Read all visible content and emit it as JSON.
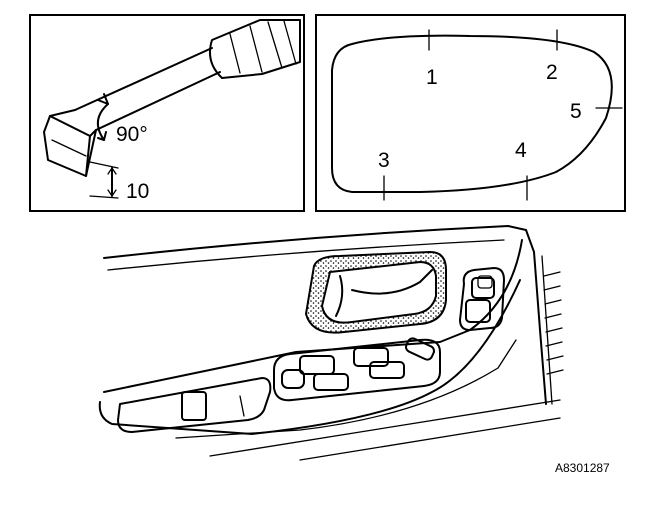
{
  "figure_code": "A8301287",
  "tool_panel": {
    "angle_label": "90°",
    "length_label": "10"
  },
  "mirror_panel": {
    "points": [
      {
        "label": "1"
      },
      {
        "label": "2"
      },
      {
        "label": "3"
      },
      {
        "label": "4"
      },
      {
        "label": "5"
      }
    ]
  }
}
